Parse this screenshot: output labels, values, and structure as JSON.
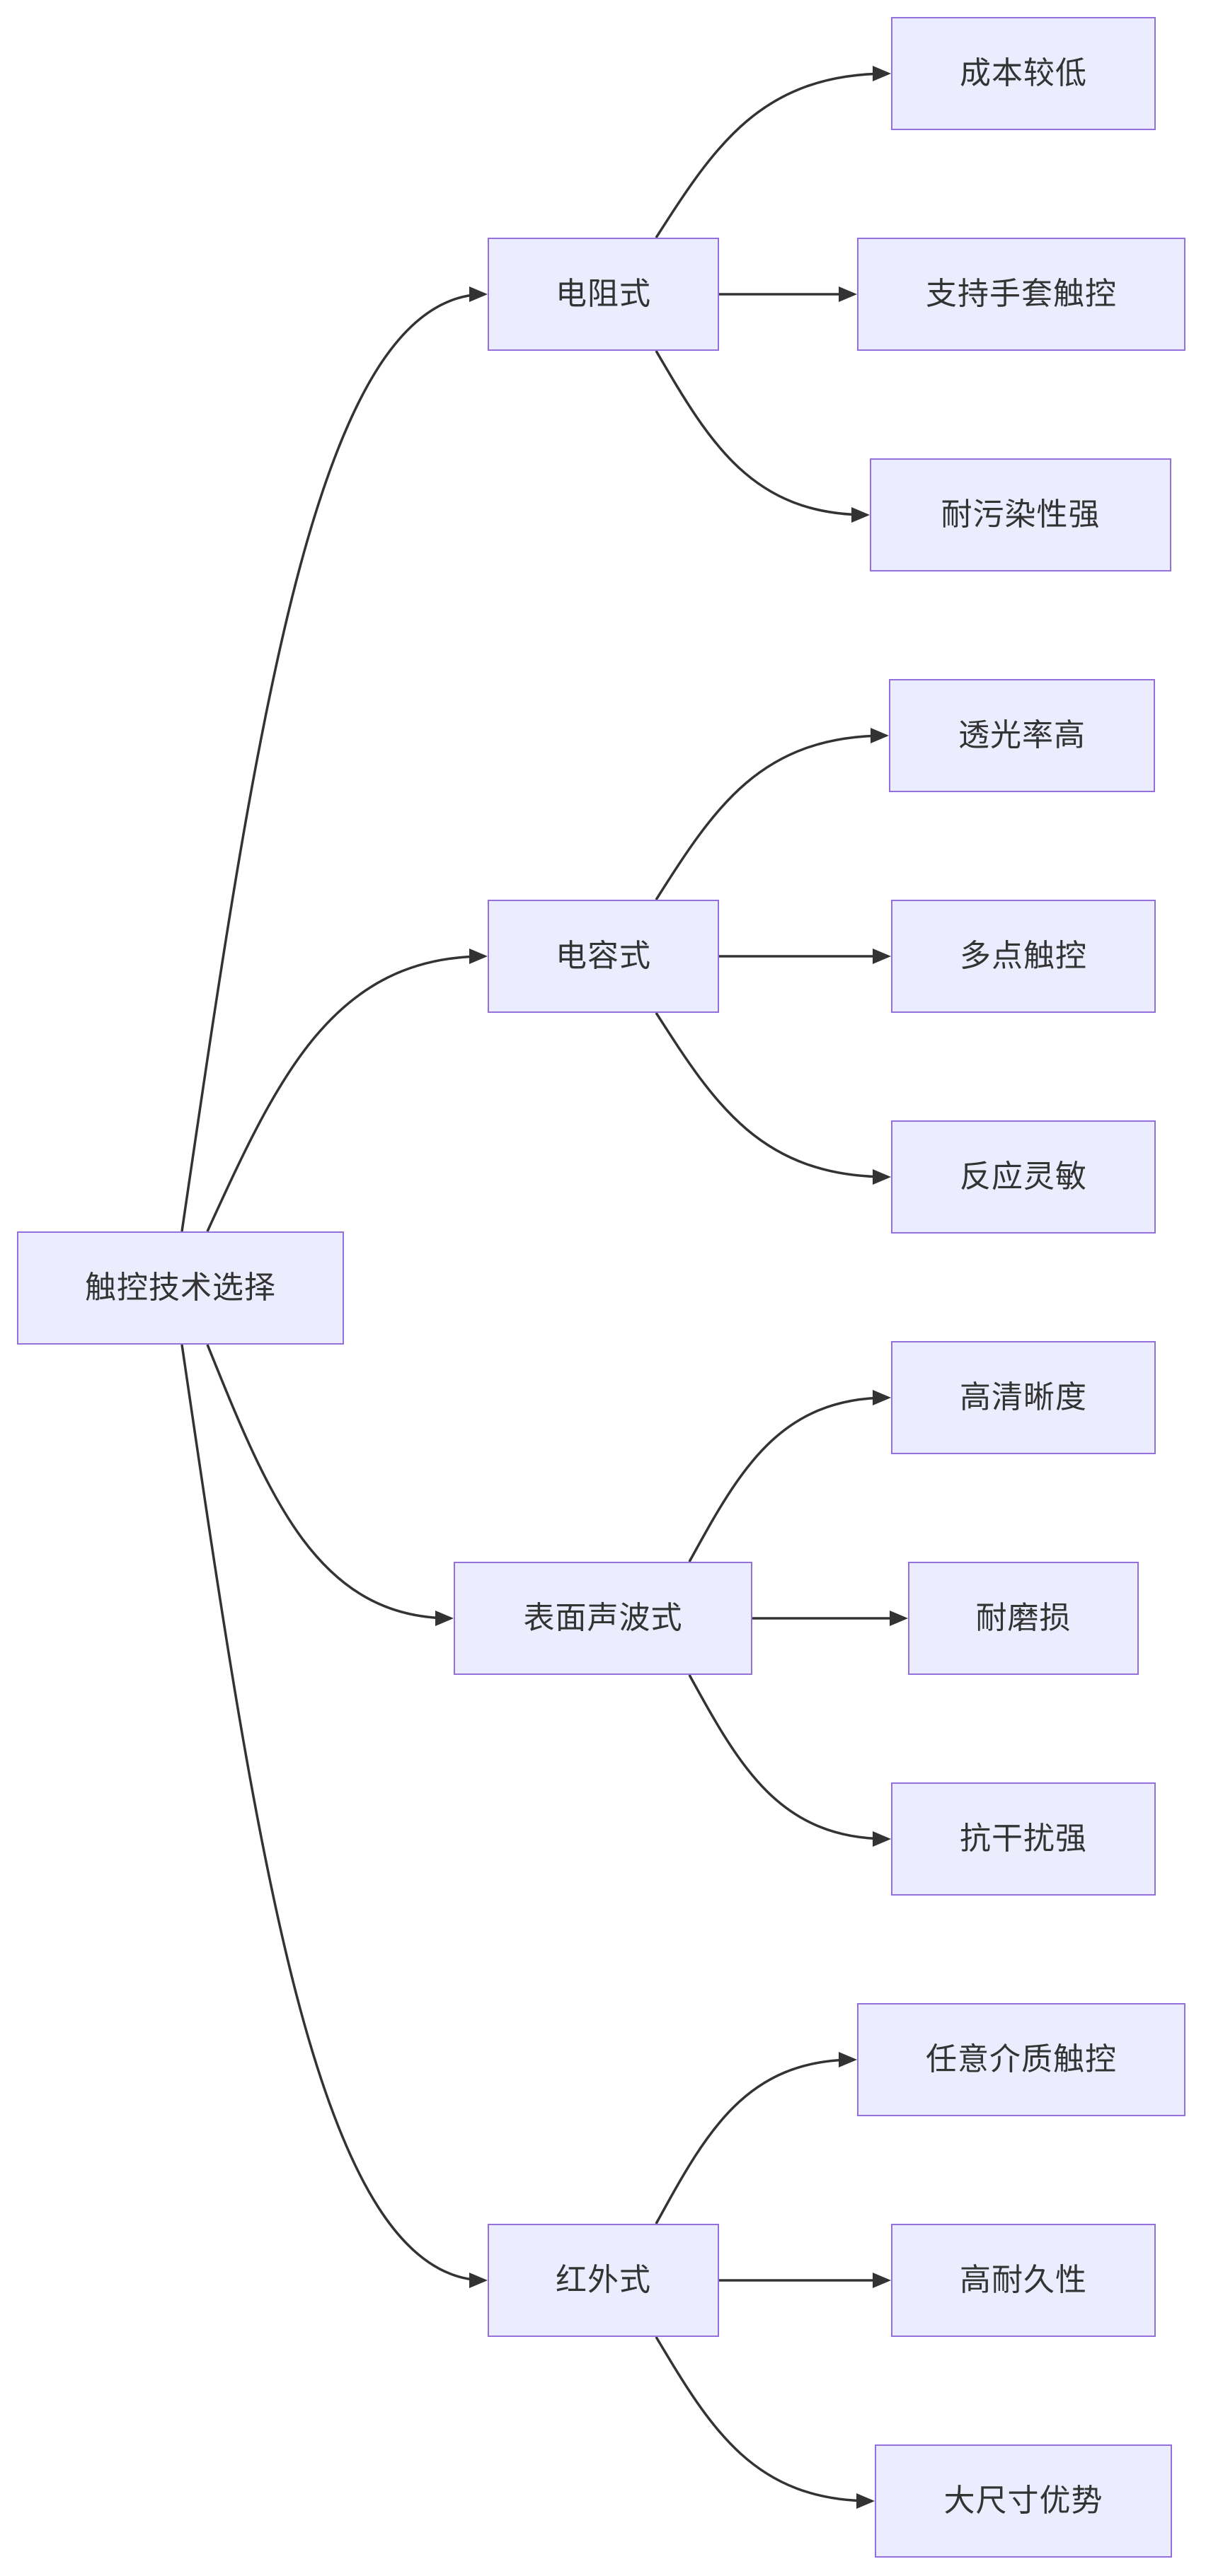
{
  "diagram_title": "触控技术选择",
  "colors": {
    "background": "#ffffff",
    "node_fill": "#ECECFF",
    "node_border": "#9370DB",
    "edge": "#333333",
    "text": "#333333"
  },
  "nodes": {
    "root": {
      "label": "触控技术选择"
    },
    "resistive": {
      "label": "电阻式"
    },
    "capacitive": {
      "label": "电容式"
    },
    "saw": {
      "label": "表面声波式"
    },
    "infrared": {
      "label": "红外式"
    },
    "cost_low": {
      "label": "成本较低"
    },
    "glove_touch": {
      "label": "支持手套触控"
    },
    "stain_resistant": {
      "label": "耐污染性强"
    },
    "high_transmittance": {
      "label": "透光率高"
    },
    "multi_touch": {
      "label": "多点触控"
    },
    "fast_response": {
      "label": "反应灵敏"
    },
    "high_clarity": {
      "label": "高清晰度"
    },
    "wear_resistant": {
      "label": "耐磨损"
    },
    "anti_interference": {
      "label": "抗干扰强"
    },
    "any_medium_touch": {
      "label": "任意介质触控"
    },
    "high_durability": {
      "label": "高耐久性"
    },
    "large_size_advantage": {
      "label": "大尺寸优势"
    }
  },
  "edges": [
    {
      "from": "root",
      "to": "resistive"
    },
    {
      "from": "resistive",
      "to": "cost_low"
    },
    {
      "from": "resistive",
      "to": "glove_touch"
    },
    {
      "from": "resistive",
      "to": "stain_resistant"
    },
    {
      "from": "root",
      "to": "capacitive"
    },
    {
      "from": "capacitive",
      "to": "high_transmittance"
    },
    {
      "from": "capacitive",
      "to": "multi_touch"
    },
    {
      "from": "capacitive",
      "to": "fast_response"
    },
    {
      "from": "root",
      "to": "saw"
    },
    {
      "from": "saw",
      "to": "high_clarity"
    },
    {
      "from": "saw",
      "to": "wear_resistant"
    },
    {
      "from": "saw",
      "to": "anti_interference"
    },
    {
      "from": "root",
      "to": "infrared"
    },
    {
      "from": "infrared",
      "to": "any_medium_touch"
    },
    {
      "from": "infrared",
      "to": "high_durability"
    },
    {
      "from": "infrared",
      "to": "large_size_advantage"
    }
  ]
}
